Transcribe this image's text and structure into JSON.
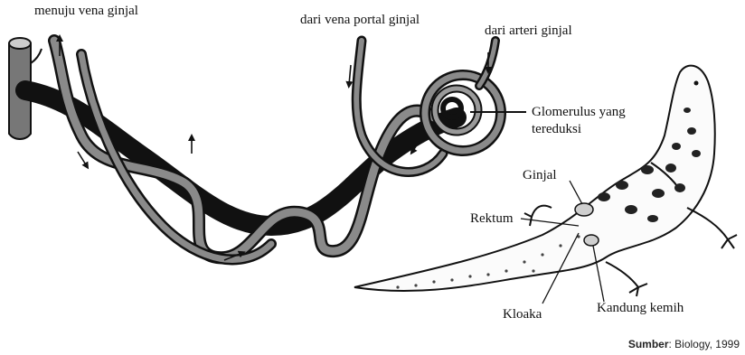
{
  "labels": {
    "to_renal_vein": "menuju vena ginjal",
    "from_renal_portal_vein": "dari vena portal ginjal",
    "from_renal_artery": "dari arteri ginjal",
    "reduced_glomerulus_line1": "Glomerulus yang",
    "reduced_glomerulus_line2": "tereduksi",
    "kidney": "Ginjal",
    "rectum": "Rektum",
    "cloaca": "Kloaka",
    "urinary_bladder": "Kandung kemih"
  },
  "source": {
    "prefix": "Sumber",
    "text": ": Biology, 1999"
  },
  "colors": {
    "tubule": "#8a8a8a",
    "tubule_dark": "#2a2a2a",
    "vessel_dark": "#1a1a1a",
    "lizard_spot": "#222222"
  }
}
